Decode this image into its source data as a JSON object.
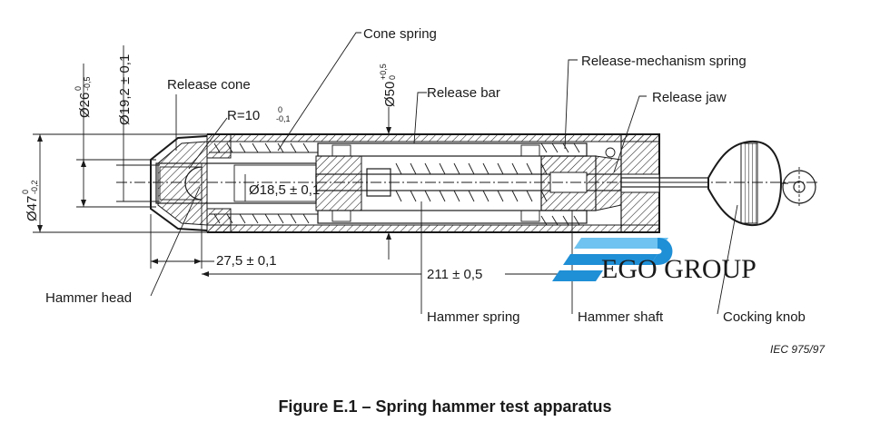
{
  "labels": {
    "cone_spring": "Cone spring",
    "release_mechanism_spring": "Release-mechanism spring",
    "release_bar": "Release bar",
    "release_jaw": "Release jaw",
    "release_cone": "Release cone",
    "hammer_head": "Hammer head",
    "hammer_spring": "Hammer spring",
    "hammer_shaft": "Hammer shaft",
    "cocking_knob": "Cocking knob"
  },
  "dimensions": {
    "d26_main": "Ø26",
    "d26_upper": "0",
    "d26_lower": "-0,5",
    "d19": "Ø19,2 ± 0,1",
    "d50_main": "Ø50",
    "d50_upper": "+0,5",
    "d50_lower": "0",
    "radius_main": "R=10",
    "radius_upper": "0",
    "radius_lower": "-0,1",
    "d18": "Ø18,5 ± 0,1",
    "d47_main": "Ø47",
    "d47_upper": "0",
    "d47_lower": "-0,2",
    "len_27": "27,5 ± 0,1",
    "len_211": "211 ± 0,5"
  },
  "reference": "IEC  975/97",
  "caption": "Figure E.1 – Spring hammer test apparatus",
  "watermark": {
    "text": "EGO GROUP",
    "color_primary": "#1f8fd6",
    "color_light": "#6fc3f0"
  }
}
